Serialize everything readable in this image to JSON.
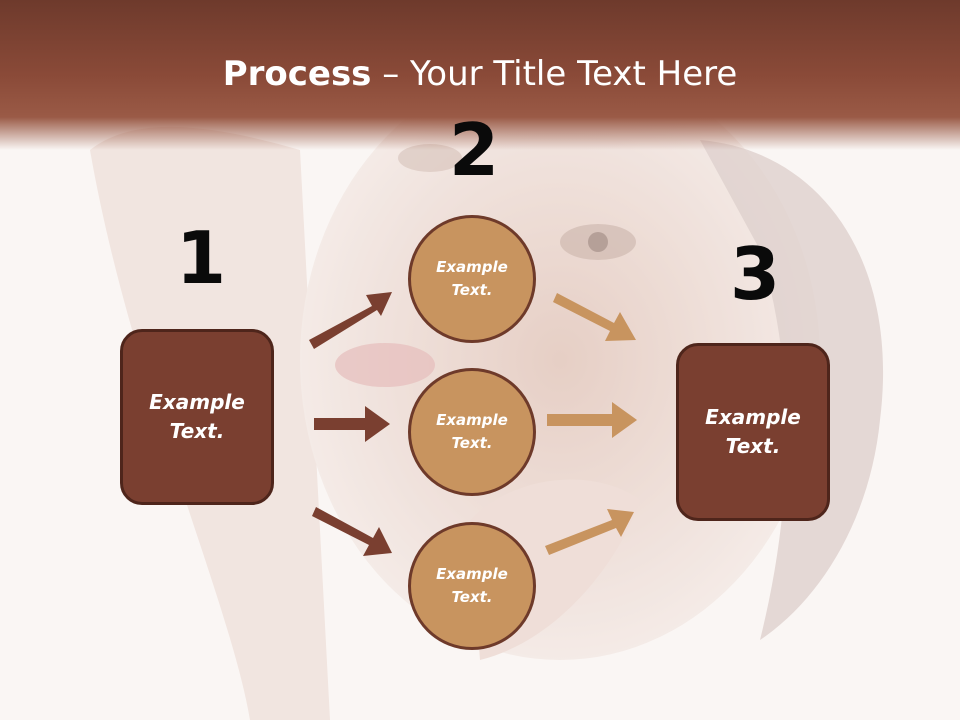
{
  "slide": {
    "title_bold": "Process",
    "title_rest": " – Your Title Text Here"
  },
  "steps": {
    "n1": "1",
    "n2": "2",
    "n3": "3"
  },
  "nodes": {
    "left_box": "Example\nText.",
    "circle_top": "Example\nText.",
    "circle_mid": "Example\nText.",
    "circle_bottom": "Example\nText.",
    "right_box": "Example\nText."
  },
  "colors": {
    "title_band": "#8a4a38",
    "box_fill": "#7a3f30",
    "box_border": "#4e251b",
    "circle_fill": "#c8945f",
    "circle_border": "#6e3a2a",
    "arrow_dark": "#7a3f30",
    "arrow_light": "#c8945f"
  }
}
